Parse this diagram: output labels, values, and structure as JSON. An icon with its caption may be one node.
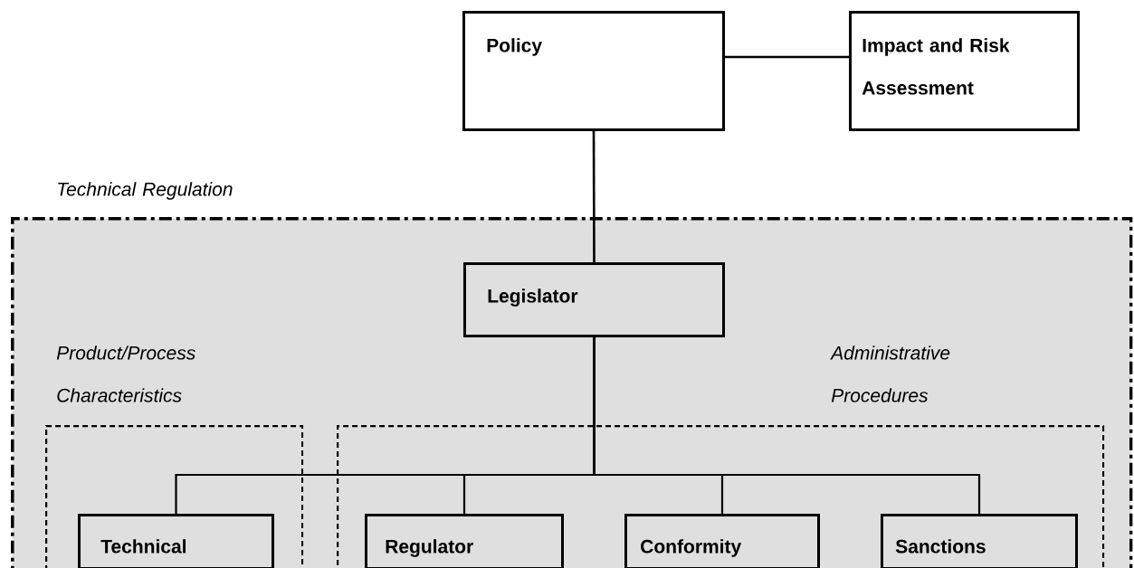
{
  "diagram": {
    "nodes": [
      {
        "text": [
          "Policy"
        ]
      },
      {
        "text": [
          "Impact and Risk Assessment"
        ]
      },
      {
        "text": [
          "Technical Regulation"
        ]
      },
      {
        "text": [
          "Legislator"
        ],
        "in": 2
      },
      {
        "text": [
          "Product/Process Characteristics"
        ],
        "in": 2
      },
      {
        "text": [
          "Administrative Procedures"
        ],
        "in": 2
      },
      {
        "text": [
          "Technical"
        ],
        "in": 4
      },
      {
        "text": [
          "Regulator"
        ],
        "in": 5
      },
      {
        "text": [
          "Conformity"
        ],
        "in": 5
      },
      {
        "text": [
          "Sanctions"
        ],
        "in": 5
      }
    ],
    "edges": [
      {
        "from": 0,
        "to": 1,
        "arrow": "none"
      },
      {
        "from": 0,
        "to": 3,
        "arrow": "none"
      },
      {
        "from": 3,
        "to": 6,
        "arrow": "none"
      },
      {
        "from": 3,
        "to": 7,
        "arrow": "none"
      },
      {
        "from": 3,
        "to": 8,
        "arrow": "none"
      },
      {
        "from": 3,
        "to": 9,
        "arrow": "none"
      }
    ]
  }
}
